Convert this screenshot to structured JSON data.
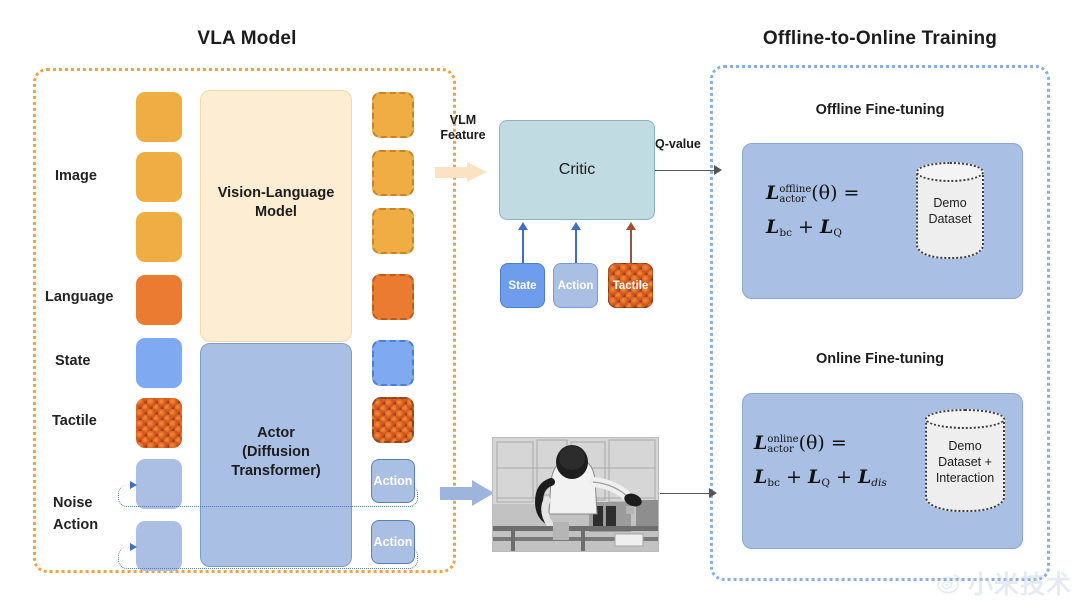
{
  "titles": {
    "left_panel": "VLA Model",
    "right_panel": "Offline-to-Online Training",
    "offline": "Offline Fine-tuning",
    "online": "Online Fine-tuning"
  },
  "vla": {
    "input_labels": [
      "Image",
      "Language",
      "State",
      "Tactile",
      "Noise\nAction"
    ],
    "label_image": "Image",
    "label_language": "Language",
    "label_state": "State",
    "label_tactile": "Tactile",
    "label_noise": "Noise",
    "label_noise2": "Action",
    "vlm_line1": "Vision-Language",
    "vlm_line2": "Model",
    "actor_line1": "Actor",
    "actor_line2": "(Diffusion",
    "actor_line3": "Transformer)",
    "action_chip_1": "Action",
    "action_chip_2": "Action",
    "input_tokens": [
      {
        "name": "image-token-1",
        "kind": "solid-orange"
      },
      {
        "name": "image-token-2",
        "kind": "solid-orange"
      },
      {
        "name": "image-token-3",
        "kind": "solid-orange"
      },
      {
        "name": "language-token",
        "kind": "solid-deep"
      },
      {
        "name": "state-token",
        "kind": "solid-blue"
      },
      {
        "name": "tactile-token",
        "kind": "tactile"
      },
      {
        "name": "noise-token-1",
        "kind": "solid-pale"
      },
      {
        "name": "noise-token-2",
        "kind": "solid-pale"
      }
    ],
    "output_tokens": [
      {
        "name": "out-token-1",
        "kind": "solid-orange"
      },
      {
        "name": "out-token-2",
        "kind": "solid-orange"
      },
      {
        "name": "out-token-3",
        "kind": "solid-orange"
      },
      {
        "name": "out-token-4",
        "kind": "solid-deep"
      },
      {
        "name": "out-token-5",
        "kind": "solid-blue"
      },
      {
        "name": "out-token-6",
        "kind": "tactile"
      }
    ]
  },
  "edges": {
    "vlm_feature_l1": "VLM",
    "vlm_feature_l2": "Feature",
    "q_value": "Q-value"
  },
  "critic": {
    "title": "Critic",
    "inputs": [
      {
        "label": "State",
        "name": "critic-input-state"
      },
      {
        "label": "Action",
        "name": "critic-input-action"
      },
      {
        "label": "Tactile",
        "name": "critic-input-tactile"
      }
    ]
  },
  "offline_block": {
    "formula_line1_prefix": "L",
    "formula_sup": "offline",
    "formula_sub": "actor",
    "formula_line1_suffix": "(θ) =",
    "formula_line2": "Lbc + LQ",
    "db_line1": "Demo",
    "db_line2": "Dataset"
  },
  "online_block": {
    "formula_sup": "online",
    "formula_sub": "actor",
    "formula_line1_suffix": "(θ) =",
    "db_line1": "Demo",
    "db_line2": "Dataset +",
    "db_line3": "Interaction"
  },
  "watermark": {
    "text": "小米技术",
    "icon": "weibo-icon"
  },
  "colors": {
    "panel_left_border": "#f0a33c",
    "panel_right_border": "#89aee0",
    "token_orange": "#f0ad43",
    "token_deep_orange": "#ea7b30",
    "token_blue": "#7fa9f0",
    "token_pale_blue": "#a9c0e4",
    "vlm_fill": "#fdeed3",
    "actor_fill": "#a9c0e4",
    "critic_fill": "#c0dbe2",
    "ft_fill": "#a9c0e4",
    "db_fill": "#eeeeee"
  }
}
